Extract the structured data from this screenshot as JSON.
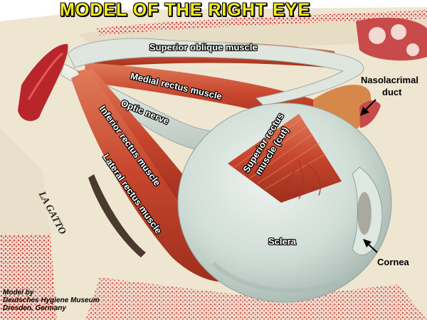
{
  "title": "MODEL OF THE RIGHT EYE",
  "labels": {
    "superior_oblique": "Superior oblique muscle",
    "medial_rectus": "Medial rectus muscle",
    "optic_nerve": "Optic nerve",
    "inferior_rectus": "Inferior rectus muscle",
    "lateral_rectus": "Lateral rectus muscle",
    "superior_rectus_line1": "Superior rectus",
    "superior_rectus_line2": "muscle (cut)",
    "nasolacrimal_line1": "Nasolacrimal",
    "nasolacrimal_line2": "duct",
    "sclera": "Sclera",
    "cornea": "Cornea"
  },
  "model_brand": "LA GATTO",
  "credit": [
    "Model by",
    "Deutsches Hygiene Museum",
    "Dresden, Germany"
  ],
  "colors": {
    "title": "#f6ec1c",
    "muscle": "#c8472e",
    "sclera": "#cfdcd6",
    "bone": "#ece3cf",
    "marrow": "#e2675c"
  }
}
